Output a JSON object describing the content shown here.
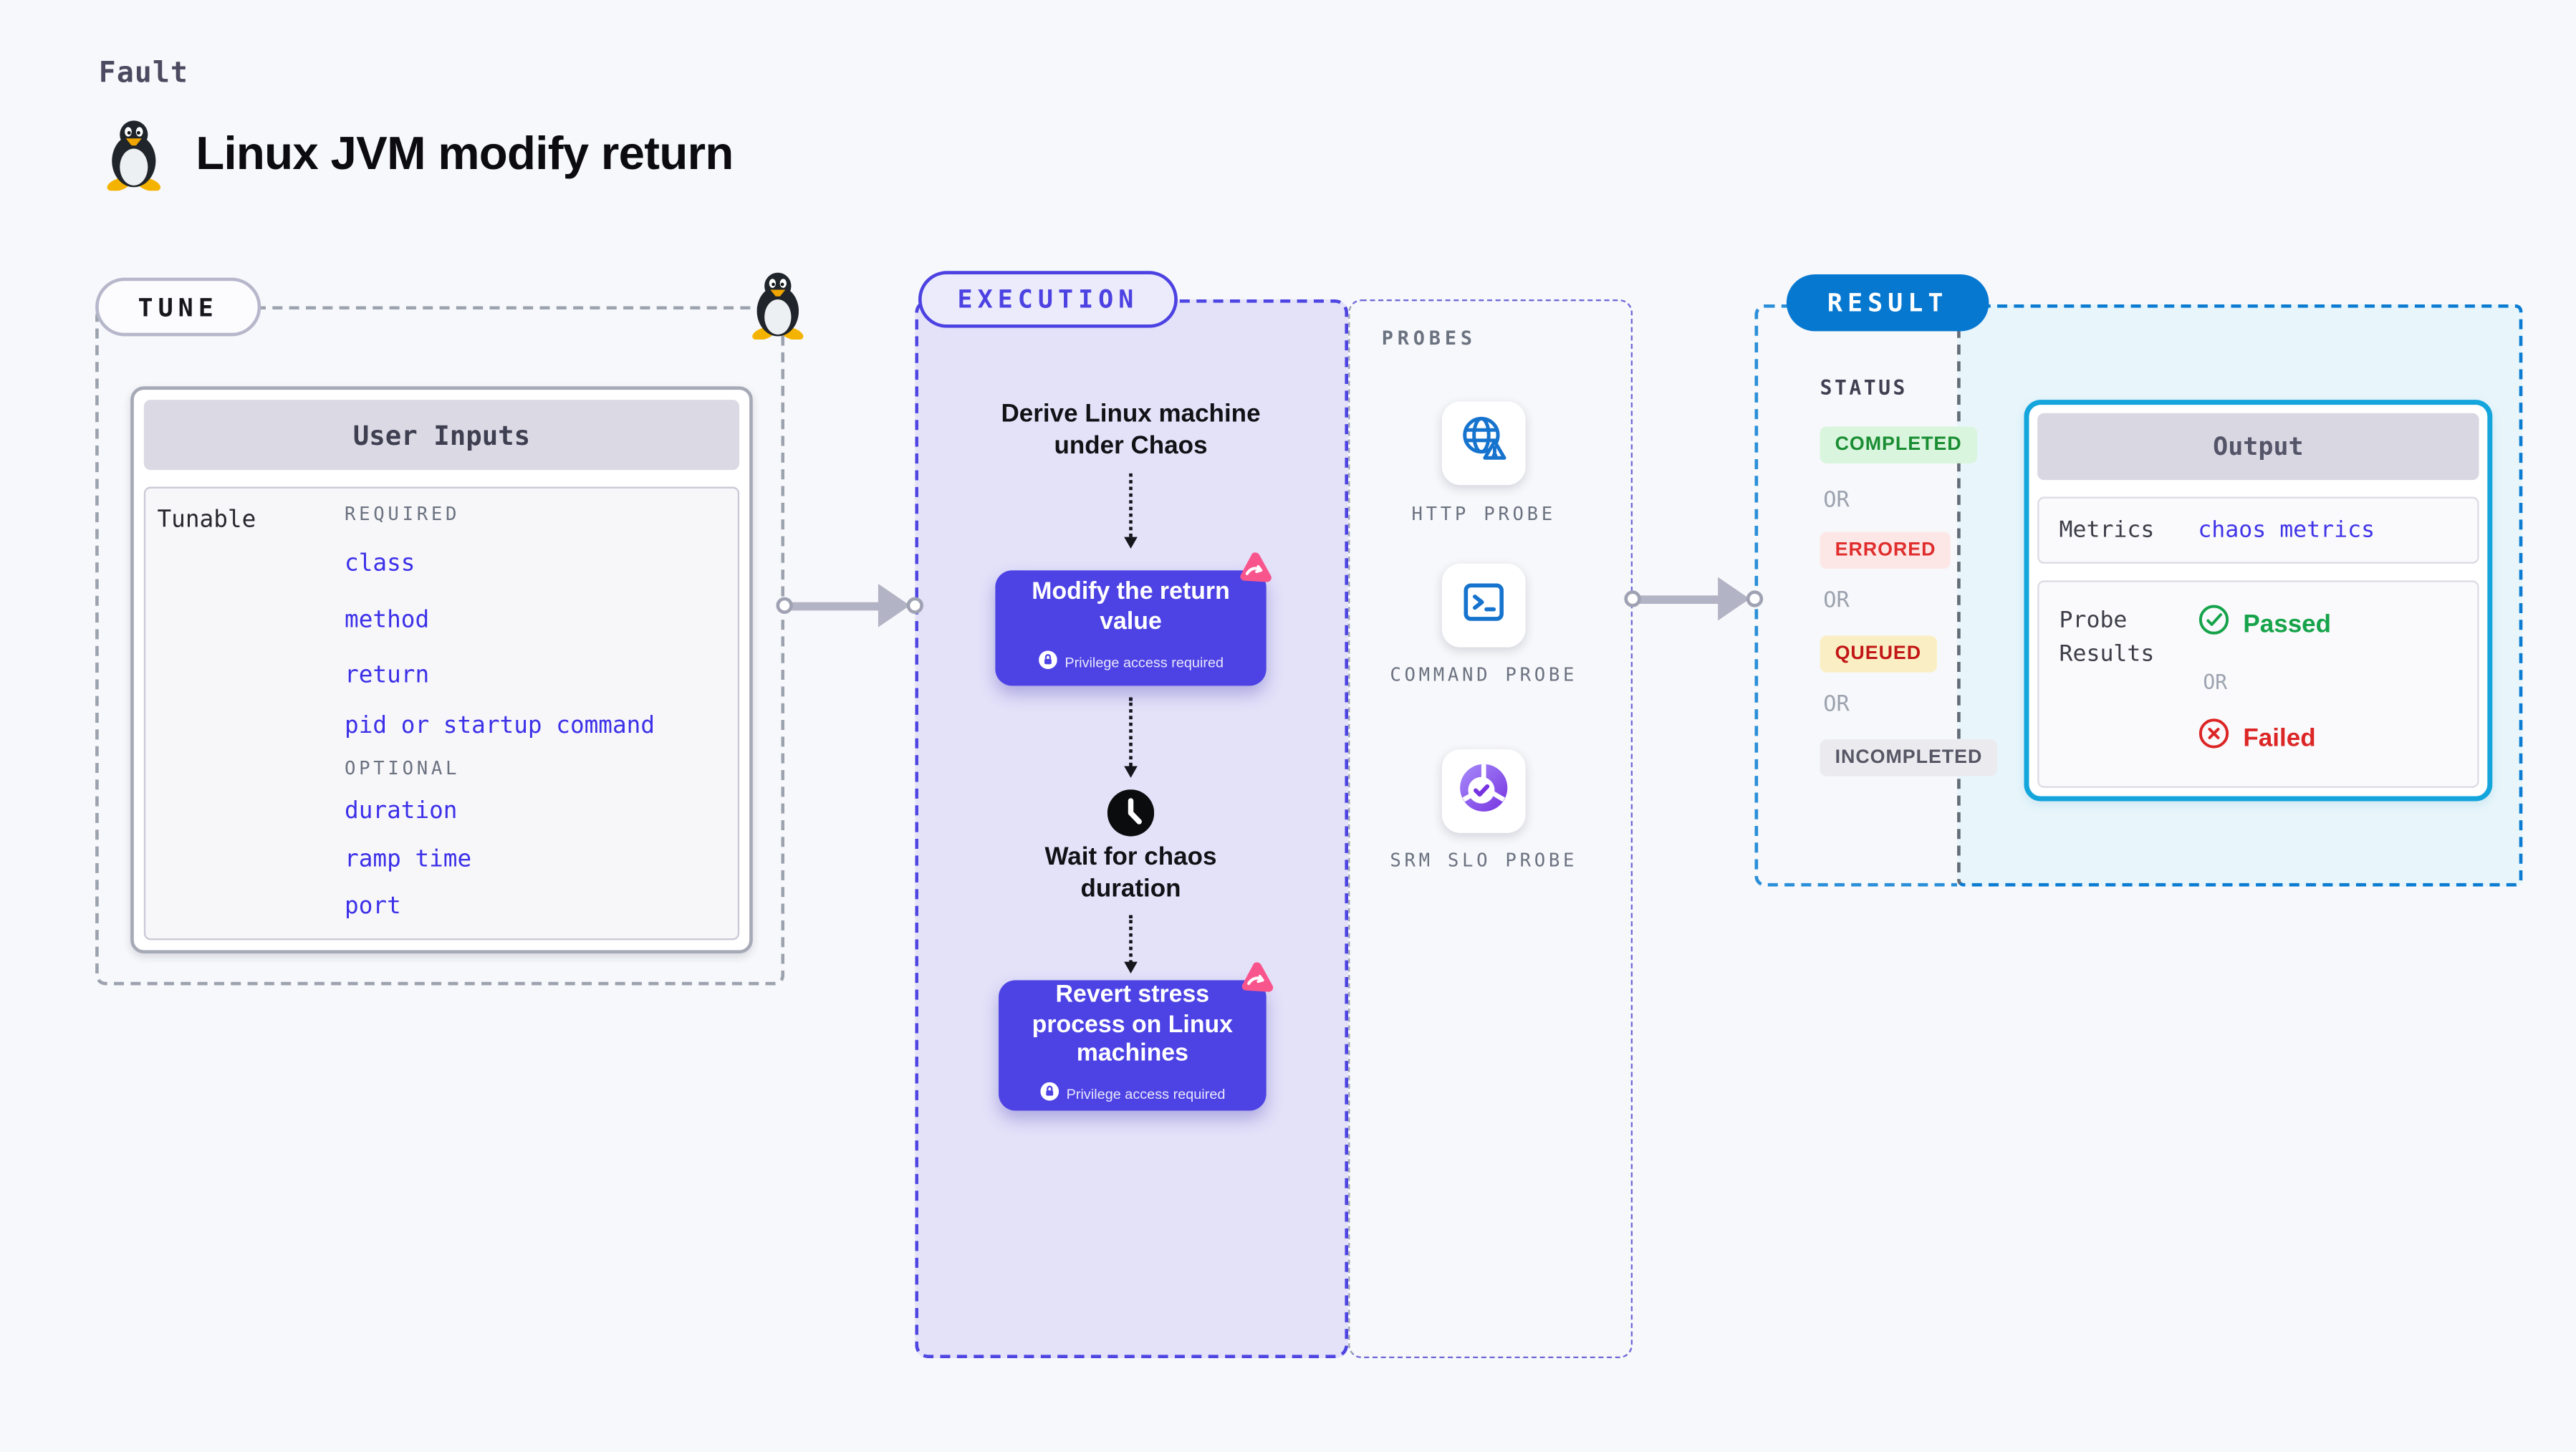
{
  "page": {
    "kicker": "Fault",
    "title": "Linux JVM modify return"
  },
  "tune": {
    "badge": "TUNE",
    "card_header": "User Inputs",
    "row_label": "Tunable",
    "required_label": "REQUIRED",
    "required_fields": [
      "class",
      "method",
      "return",
      "pid or startup command"
    ],
    "optional_label": "OPTIONAL",
    "optional_fields": [
      "duration",
      "ramp time",
      "port"
    ]
  },
  "execution": {
    "badge": "EXECUTION",
    "derive_step": "Derive Linux machine under Chaos",
    "modify_step": "Modify the return value",
    "wait_step": "Wait for chaos duration",
    "revert_step": "Revert stress process on Linux machines",
    "privilege_note": "Privilege access required"
  },
  "probes": {
    "header": "PROBES",
    "items": [
      {
        "label": "HTTP PROBE",
        "icon": "http-probe-icon"
      },
      {
        "label": "COMMAND PROBE",
        "icon": "command-probe-icon"
      },
      {
        "label": "SRM SLO PROBE",
        "icon": "srm-slo-probe-icon"
      }
    ]
  },
  "result": {
    "badge": "RESULT",
    "status_label": "STATUS",
    "or_label": "OR",
    "statuses": [
      "COMPLETED",
      "ERRORED",
      "QUEUED",
      "INCOMPLETED"
    ],
    "output": {
      "header": "Output",
      "metrics_label": "Metrics",
      "metrics_link": "chaos metrics",
      "probe_results_label": "Probe Results",
      "or_label": "OR",
      "passed": "Passed",
      "failed": "Failed"
    }
  },
  "colors": {
    "accent_indigo": "#4d43e4",
    "accent_blue": "#0778d0",
    "accent_cyan_border": "#14a5dc",
    "link_blue": "#3c30e8",
    "chaos_pink": "#f9558d",
    "passed_green": "#16a34a",
    "failed_red": "#dc2626",
    "lavender_bg": "#e4e2f9",
    "cyan_bg": "#e8f6fb"
  }
}
